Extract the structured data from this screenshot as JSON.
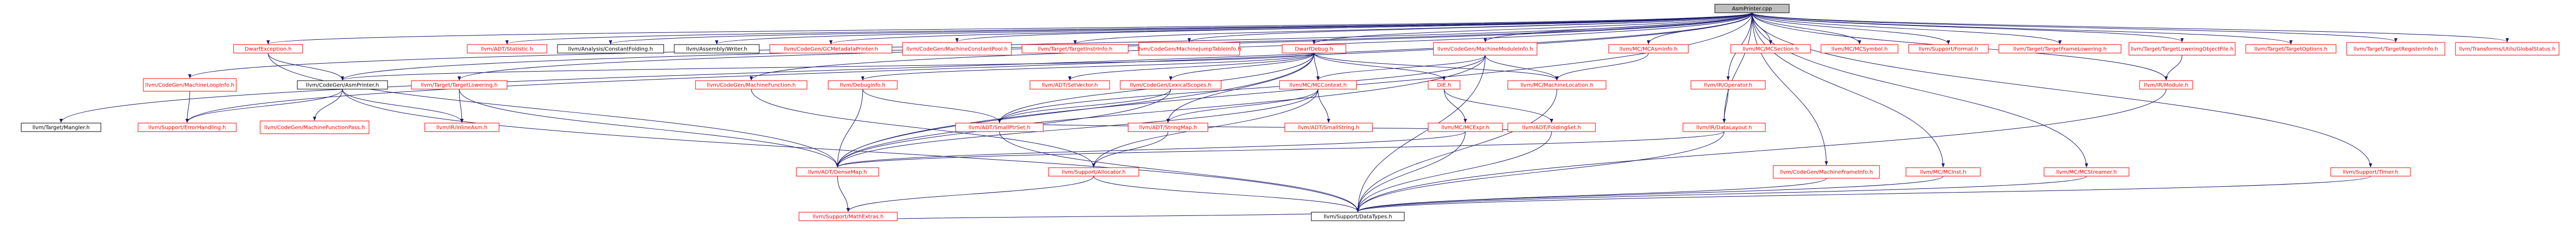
{
  "theme": {
    "edge_color": "#191970",
    "node_fill": "#ffffff",
    "black_border": "#000000",
    "red_border": "#ff0000",
    "root_fill": "#bfbfbf",
    "red_text": "#ff0000",
    "black_text": "#000000"
  },
  "nodes": [
    {
      "id": "root",
      "label": "AsmPrinter.cpp",
      "style": "root"
    },
    {
      "id": "dwarfexc",
      "label": "DwarfException.h",
      "style": "red"
    },
    {
      "id": "statistic",
      "label": "llvm/ADT/Statistic.h",
      "style": "red"
    },
    {
      "id": "constfold",
      "label": "llvm/Analysis/ConstantFolding.h",
      "style": "black"
    },
    {
      "id": "asmwriter",
      "label": "llvm/Assembly/Writer.h",
      "style": "black"
    },
    {
      "id": "gcmeta",
      "label": "llvm/CodeGen/GCMetadataPrinter.h",
      "style": "red"
    },
    {
      "id": "mcpool",
      "label": "llvm/CodeGen/MachineConstantPool.h",
      "style": "red"
    },
    {
      "id": "instrinfo",
      "label": "llvm/Target/TargetInstrInfo.h",
      "style": "red"
    },
    {
      "id": "jumptable",
      "label": "llvm/CodeGen/MachineJumpTableInfo.h",
      "style": "red"
    },
    {
      "id": "dwarfdebug",
      "label": "DwarfDebug.h",
      "style": "red"
    },
    {
      "id": "mminfo",
      "label": "llvm/CodeGen/MachineModuleInfo.h",
      "style": "red"
    },
    {
      "id": "mcasminfo",
      "label": "llvm/MC/MCAsmInfo.h",
      "style": "red"
    },
    {
      "id": "mcsection",
      "label": "llvm/MC/MCSection.h",
      "style": "red"
    },
    {
      "id": "mcsymbol",
      "label": "llvm/MC/MCSymbol.h",
      "style": "red"
    },
    {
      "id": "format",
      "label": "llvm/Support/Format.h",
      "style": "red"
    },
    {
      "id": "framelow",
      "label": "llvm/Target/TargetFrameLowering.h",
      "style": "red"
    },
    {
      "id": "tlof",
      "label": "llvm/Target/TargetLoweringObjectFile.h",
      "style": "red"
    },
    {
      "id": "topts",
      "label": "llvm/Target/TargetOptions.h",
      "style": "red"
    },
    {
      "id": "treginfo",
      "label": "llvm/Target/TargetRegisterInfo.h",
      "style": "red"
    },
    {
      "id": "globalstatus",
      "label": "llvm/Transforms/Utils/GlobalStatus.h",
      "style": "red"
    },
    {
      "id": "mloopinfo",
      "label": "llvm/CodeGen/MachineLoopInfo.h",
      "style": "red"
    },
    {
      "id": "cgasmprinter",
      "label": "llvm/CodeGen/AsmPrinter.h",
      "style": "black"
    },
    {
      "id": "tlowering",
      "label": "llvm/Target/TargetLowering.h",
      "style": "red"
    },
    {
      "id": "mfunction",
      "label": "llvm/CodeGen/MachineFunction.h",
      "style": "red"
    },
    {
      "id": "debuginfo",
      "label": "llvm/DebugInfo.h",
      "style": "red"
    },
    {
      "id": "setvector",
      "label": "llvm/ADT/SetVector.h",
      "style": "red"
    },
    {
      "id": "lexscopes",
      "label": "llvm/CodeGen/LexicalScopes.h",
      "style": "red"
    },
    {
      "id": "mccontext",
      "label": "llvm/MC/MCContext.h",
      "style": "red"
    },
    {
      "id": "dieh",
      "label": "DIE.h",
      "style": "red"
    },
    {
      "id": "mcmachloc",
      "label": "llvm/MC/MachineLocation.h",
      "style": "red"
    },
    {
      "id": "operator",
      "label": "llvm/IR/Operator.h",
      "style": "red"
    },
    {
      "id": "mangler",
      "label": "llvm/Target/Mangler.h",
      "style": "black"
    },
    {
      "id": "errhandling",
      "label": "llvm/Support/ErrorHandling.h",
      "style": "red"
    },
    {
      "id": "mfpass",
      "label": "llvm/CodeGen/MachineFunctionPass.h",
      "style": "red"
    },
    {
      "id": "inlineasm",
      "label": "llvm/IR/InlineAsm.h",
      "style": "red"
    },
    {
      "id": "smallptrset",
      "label": "llvm/ADT/SmallPtrSet.h",
      "style": "red"
    },
    {
      "id": "stringmap",
      "label": "llvm/ADT/StringMap.h",
      "style": "red"
    },
    {
      "id": "smallstring",
      "label": "llvm/ADT/SmallString.h",
      "style": "red"
    },
    {
      "id": "mcexpr",
      "label": "llvm/MC/MCExpr.h",
      "style": "red"
    },
    {
      "id": "foldingset",
      "label": "llvm/ADT/FoldingSet.h",
      "style": "red"
    },
    {
      "id": "datalayout",
      "label": "llvm/IR/DataLayout.h",
      "style": "red"
    },
    {
      "id": "irmodule",
      "label": "llvm/IR/Module.h",
      "style": "red"
    },
    {
      "id": "mframeinfo",
      "label": "llvm/CodeGen/MachineFrameInfo.h",
      "style": "red"
    },
    {
      "id": "mcinst",
      "label": "llvm/MC/MCInst.h",
      "style": "red"
    },
    {
      "id": "mcstreamer",
      "label": "llvm/MC/MCStreamer.h",
      "style": "red"
    },
    {
      "id": "timer",
      "label": "llvm/Support/Timer.h",
      "style": "red"
    },
    {
      "id": "densemap",
      "label": "llvm/ADT/DenseMap.h",
      "style": "red"
    },
    {
      "id": "allocator",
      "label": "llvm/Support/Allocator.h",
      "style": "red"
    },
    {
      "id": "mathextras",
      "label": "llvm/Support/MathExtras.h",
      "style": "red"
    },
    {
      "id": "datatypes",
      "label": "llvm/Support/DataTypes.h",
      "style": "black"
    }
  ]
}
